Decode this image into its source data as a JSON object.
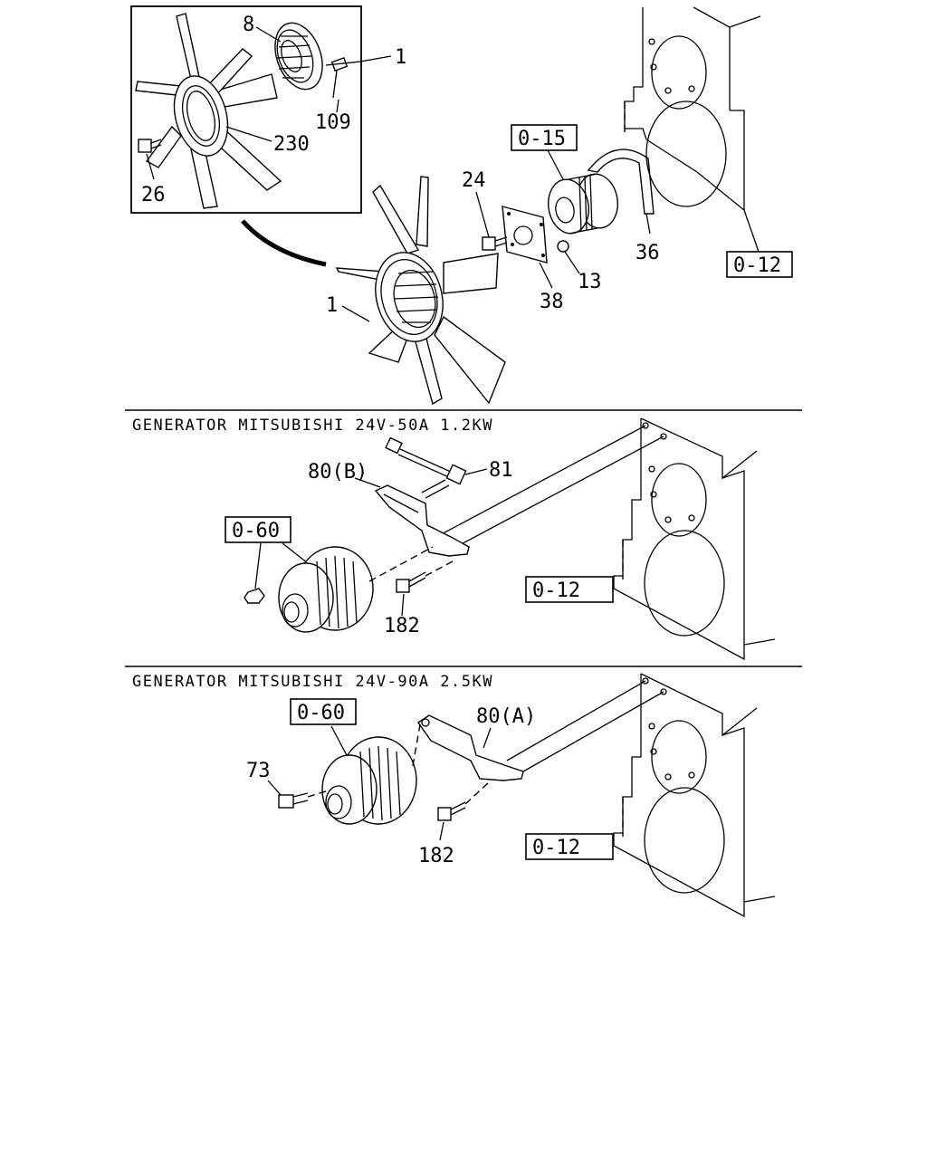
{
  "section_titles": {
    "generator_1": "GENERATOR MITSUBISHI 24V-50A 1.2KW",
    "generator_2": "GENERATOR MITSUBISHI 24V-90A 2.5KW"
  },
  "fan_section": {
    "callouts": {
      "inset_8": "8",
      "inset_1": "1",
      "inset_109": "109",
      "inset_230": "230",
      "inset_26": "26",
      "fan_1": "1",
      "bolt_24": "24",
      "nut_13": "13",
      "plate_38": "38",
      "guard_36": "36"
    },
    "refs": {
      "pulley_ref": "0-15",
      "engine_ref": "0-12"
    }
  },
  "generator_1_section": {
    "callouts": {
      "bolt_81": "81",
      "bracket_80b": "80(B)",
      "bolt_182": "182"
    },
    "refs": {
      "generator_ref": "0-60",
      "engine_ref": "0-12"
    }
  },
  "generator_2_section": {
    "callouts": {
      "bolt_73": "73",
      "bracket_80a": "80(A)",
      "bolt_182": "182"
    },
    "refs": {
      "generator_ref": "0-60",
      "engine_ref": "0-12"
    }
  },
  "icons": [
    "fan-icon",
    "fan-clutch-icon",
    "pulley-icon",
    "alternator-icon",
    "engine-block-icon",
    "bracket-icon",
    "bolt-icon"
  ]
}
